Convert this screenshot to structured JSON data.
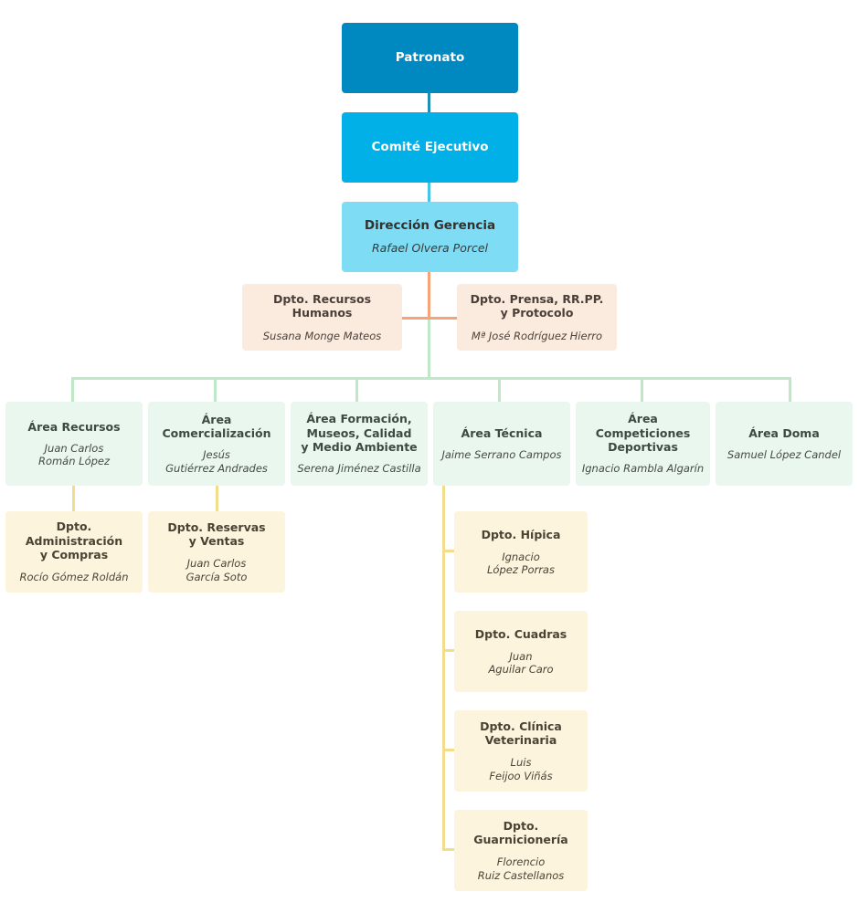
{
  "document": {
    "type": "organizational-chart",
    "language": "es"
  },
  "nodes": {
    "patronato": {
      "title": "Patronato",
      "person": ""
    },
    "comite": {
      "title": "Comité Ejecutivo",
      "person": ""
    },
    "gerencia": {
      "title": "Dirección Gerencia",
      "person": "Rafael Olvera Porcel"
    },
    "rrhh": {
      "title": "Dpto. Recursos Humanos",
      "person": "Susana Monge Mateos"
    },
    "prensa": {
      "title": "Dpto. Prensa, RR.PP.\ny Protocolo",
      "person": "Mª José Rodríguez Hierro"
    },
    "area_recursos": {
      "title": "Área Recursos",
      "person": "Juan Carlos\nRomán López"
    },
    "area_comercial": {
      "title": "Área Comercialización",
      "person": "Jesús\nGutiérrez Andrades"
    },
    "area_formacion": {
      "title": "Área Formación,\nMuseos, Calidad\ny Medio Ambiente",
      "person": "Serena Jiménez Castilla"
    },
    "area_tecnica": {
      "title": "Área Técnica",
      "person": "Jaime Serrano Campos"
    },
    "area_competiciones": {
      "title": "Área Competiciones\nDeportivas",
      "person": "Ignacio Rambla Algarín"
    },
    "area_doma": {
      "title": "Área Doma",
      "person": "Samuel López Candel"
    },
    "dpto_admin": {
      "title": "Dpto. Administración\ny Compras",
      "person": "Rocío Gómez Roldán"
    },
    "dpto_reservas": {
      "title": "Dpto. Reservas\ny Ventas",
      "person": "Juan Carlos\nGarcía Soto"
    },
    "dpto_hipica": {
      "title": "Dpto. Hípica",
      "person": "Ignacio\nLópez Porras"
    },
    "dpto_cuadras": {
      "title": "Dpto. Cuadras",
      "person": "Juan\nAguilar Caro"
    },
    "dpto_clinica": {
      "title": "Dpto. Clínica\nVeterinaria",
      "person": "Luis\nFeijoo Viñás"
    },
    "dpto_guarnicion": {
      "title": "Dpto. Guarnicionería",
      "person": "Florencio\nRuiz Castellanos"
    }
  },
  "colors": {
    "patronato_bg": "#0089c1",
    "comite_bg": "#00b0e6",
    "gerencia_bg": "#7fdcf5",
    "staff_bg": "#fbeade",
    "area_bg": "#eaf7ee",
    "dept_bg": "#fdf4dd",
    "connector_blue": "#1f8fb5",
    "connector_cyan": "#46c4e6",
    "connector_orange": "#f4a477",
    "connector_green": "#bee8c8",
    "connector_yellow": "#f2dd8e",
    "text_dark": "#3c3936",
    "text_light": "#ffffff"
  }
}
